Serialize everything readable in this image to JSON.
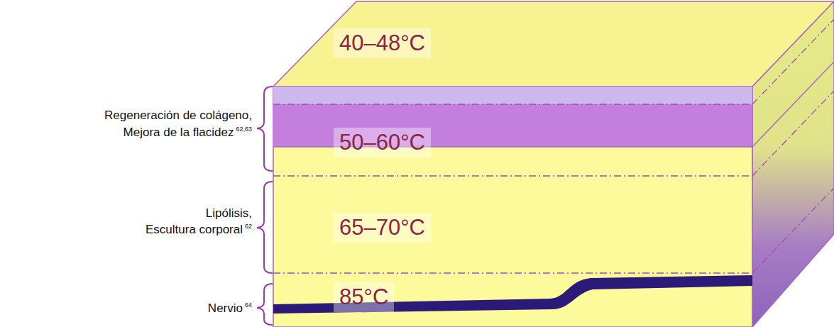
{
  "diagram": {
    "nodes": [
      {
        "text": [
          "40–48°C"
        ]
      },
      {
        "text": [
          "50–60°C"
        ]
      },
      {
        "text": [
          "65–70°C"
        ]
      },
      {
        "text": [
          "85°C"
        ]
      }
    ],
    "labels": [
      "Regeneración de colágeno,",
      "Mejora de la flacidez",
      "62,63",
      "Lipólisis,",
      "Escultura corporal",
      "62",
      "Nervio",
      "64"
    ]
  }
}
